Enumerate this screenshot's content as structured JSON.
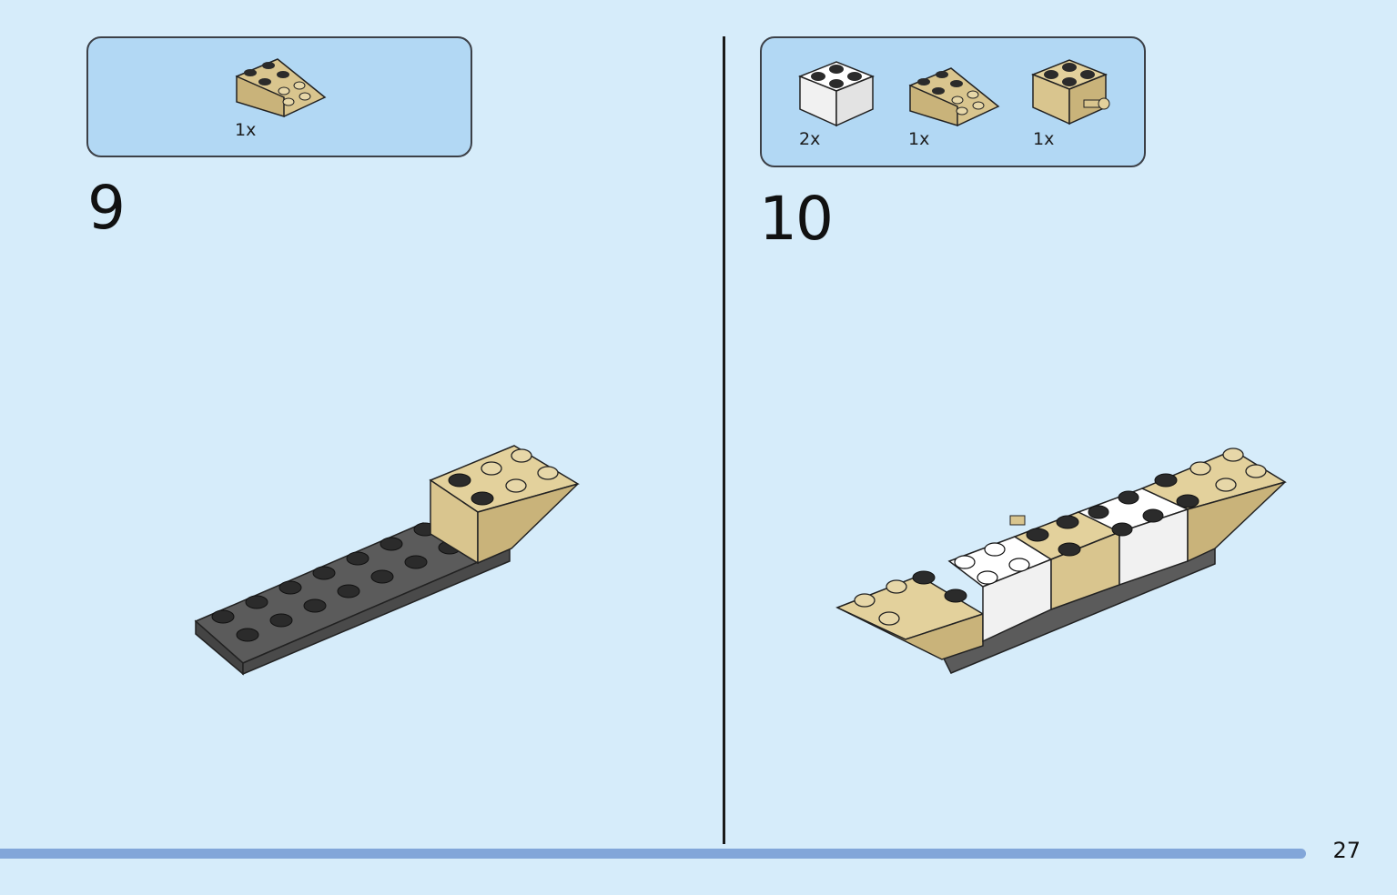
{
  "left_step": {
    "number": "9",
    "parts": [
      {
        "qty": "1x",
        "icon": "tan-inverted-slope-2x2-icon"
      }
    ]
  },
  "right_step": {
    "number": "10",
    "parts": [
      {
        "qty": "2x",
        "icon": "white-brick-2x2-icon"
      },
      {
        "qty": "1x",
        "icon": "tan-inverted-slope-2x2-icon"
      },
      {
        "qty": "1x",
        "icon": "tan-brick-2x2-with-pin-icon"
      }
    ]
  },
  "page": {
    "number": "27"
  },
  "colors": {
    "background": "#d6ecfa",
    "parts_box": "#b2d8f4",
    "tan": "#d9c58e",
    "dark_gray": "#5b5b5b",
    "progress": "#82a6d9"
  }
}
